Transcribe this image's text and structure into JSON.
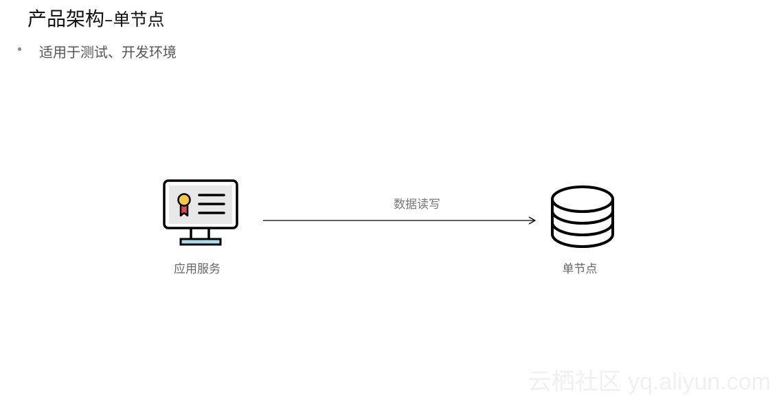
{
  "header": {
    "title_main": "产品架构",
    "title_separator": "–",
    "title_sub": "单节点"
  },
  "bullets": [
    {
      "text": "适用于测试、开发环境"
    }
  ],
  "diagram": {
    "source_node": {
      "label": "应用服务",
      "icon": "certificate-monitor-icon"
    },
    "target_node": {
      "label": "单节点",
      "icon": "database-icon"
    },
    "edge": {
      "label": "数据读写",
      "direction": "source-to-target"
    }
  },
  "watermark": {
    "text": "云栖社区 yq.aliyun.com"
  },
  "colors": {
    "monitor_screen": "#e8e8e8",
    "monitor_stand": "#a8dcef",
    "medal_gold": "#f5c842",
    "ribbon_red": "#e0464b"
  }
}
